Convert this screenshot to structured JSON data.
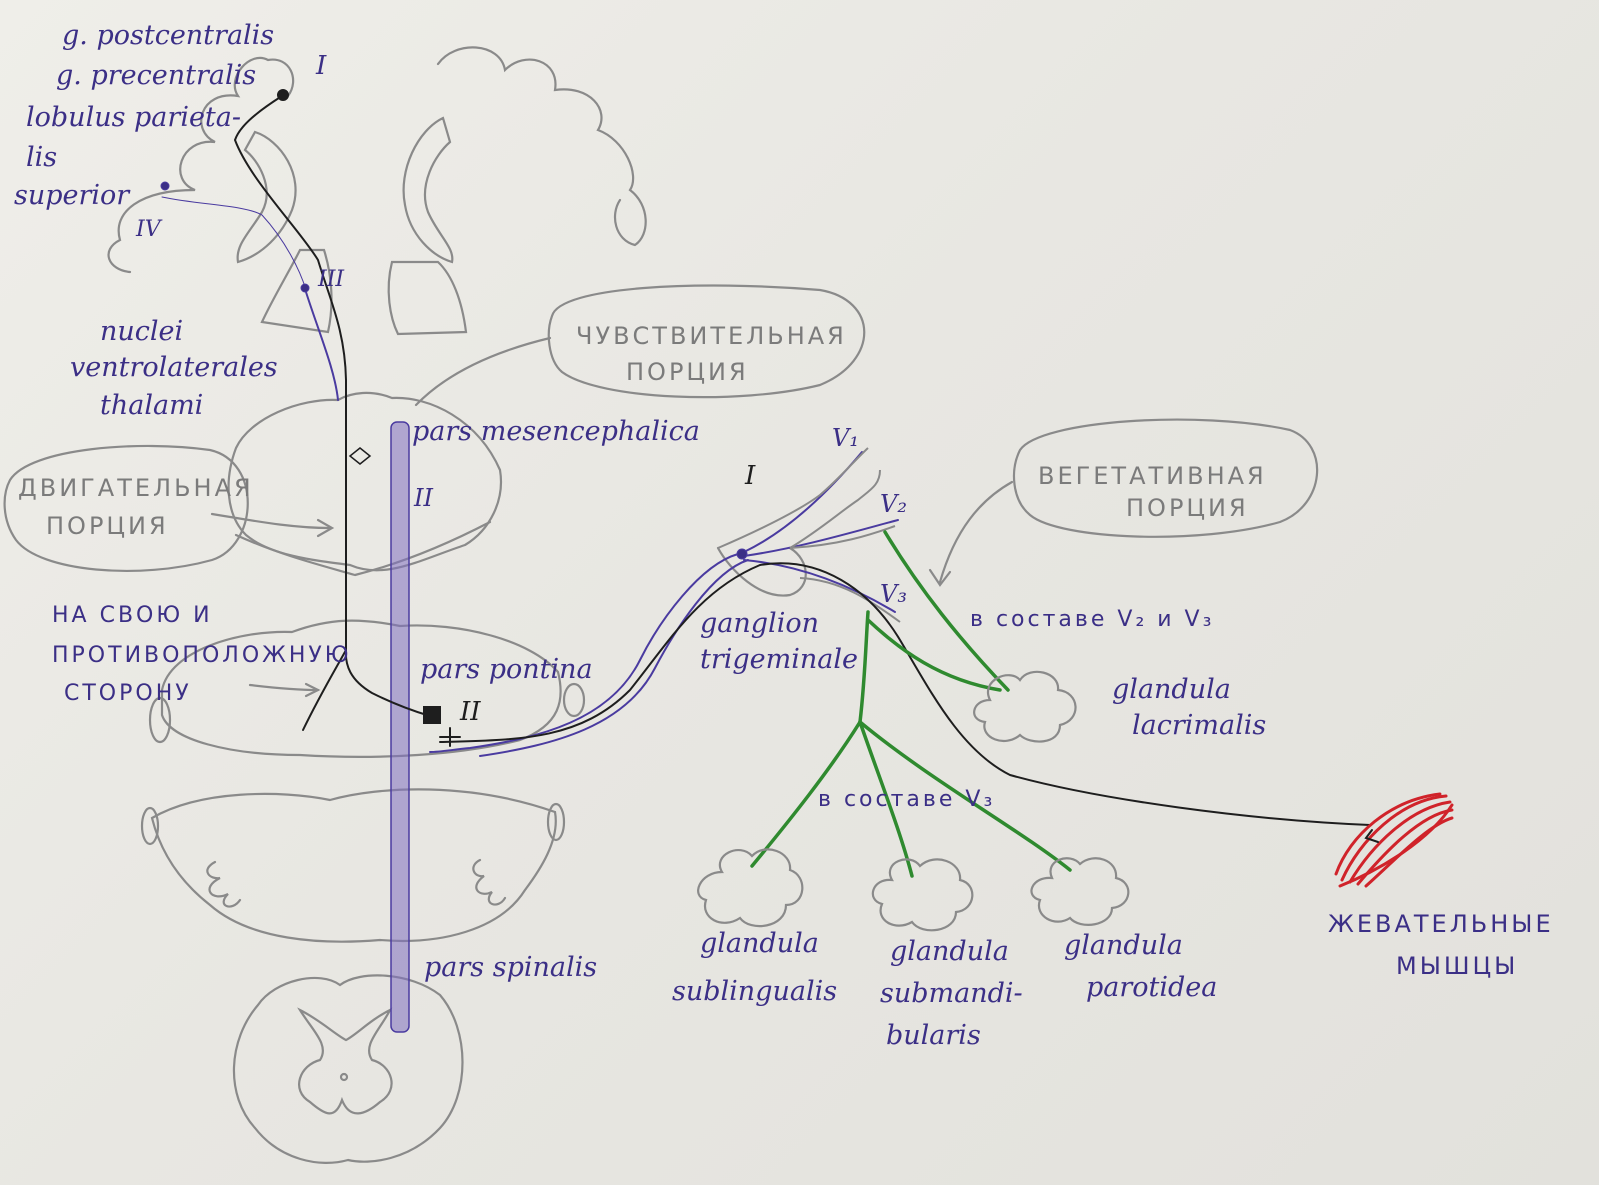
{
  "labels": {
    "g_postcentralis": "g. postcentralis",
    "g_precentralis": "g. precentralis",
    "lobulus_line1": "lobulus parieta-",
    "lobulus_line2": "lis",
    "lobulus_line3": "superior",
    "nuclei_line1": "nuclei",
    "nuclei_line2": "ventrolaterales",
    "nuclei_line3": "thalami",
    "pars_mesencephalica": "pars mesencephalica",
    "pars_pontina": "pars pontina",
    "pars_spinalis": "pars spinalis",
    "ganglion_line1": "ganglion",
    "ganglion_line2": "trigeminale",
    "v_sostave_v2_v3": "в составе V₂ и V₃",
    "v_sostave_v3": "в составе V₃",
    "glandula_lacrimalis_1": "glandula",
    "glandula_lacrimalis_2": "lacrimalis",
    "glandula_sublingualis_1": "glandula",
    "glandula_sublingualis_2": "sublingualis",
    "glandula_submandibularis_1": "glandula",
    "glandula_submandibularis_2": "submandi-",
    "glandula_submandibularis_3": "bularis",
    "glandula_parotidea_1": "glandula",
    "glandula_parotidea_2": "parotidea",
    "zhevatelnye_1": "ЖЕВАТЕЛЬНЫЕ",
    "zhevatelnye_2": "МЫШЦЫ",
    "na_svoyu_1": "НА СВОЮ И",
    "na_svoyu_2": "ПРОТИВОПОЛОЖНУЮ",
    "na_svoyu_3": "СТОРОНУ"
  },
  "bubbles": {
    "motor_1": "ДВИГАТЕЛЬНАЯ",
    "motor_2": "ПОРЦИЯ",
    "sensory_1": "ЧУВСТВИТЕЛЬНАЯ",
    "sensory_2": "ПОРЦИЯ",
    "vegetative_1": "ВЕГЕТАТИВНАЯ",
    "vegetative_2": "ПОРЦИЯ"
  },
  "numerals": {
    "neuron_I_cortex": "I",
    "neuron_IV": "IV",
    "neuron_III": "III",
    "neuron_II_mesencephalon": "II",
    "neuron_II_pons": "II",
    "neuron_I_ganglion": "I"
  },
  "branches": {
    "v1": "V₁",
    "v2": "V₂",
    "v3": "V₃"
  },
  "colors": {
    "pencil": "#7b7b7b",
    "ink_purple": "#3b2f86",
    "ink_black": "#1e1e1e",
    "vegetative_green": "#2f8a2f",
    "muscle_red": "#d0232a"
  }
}
